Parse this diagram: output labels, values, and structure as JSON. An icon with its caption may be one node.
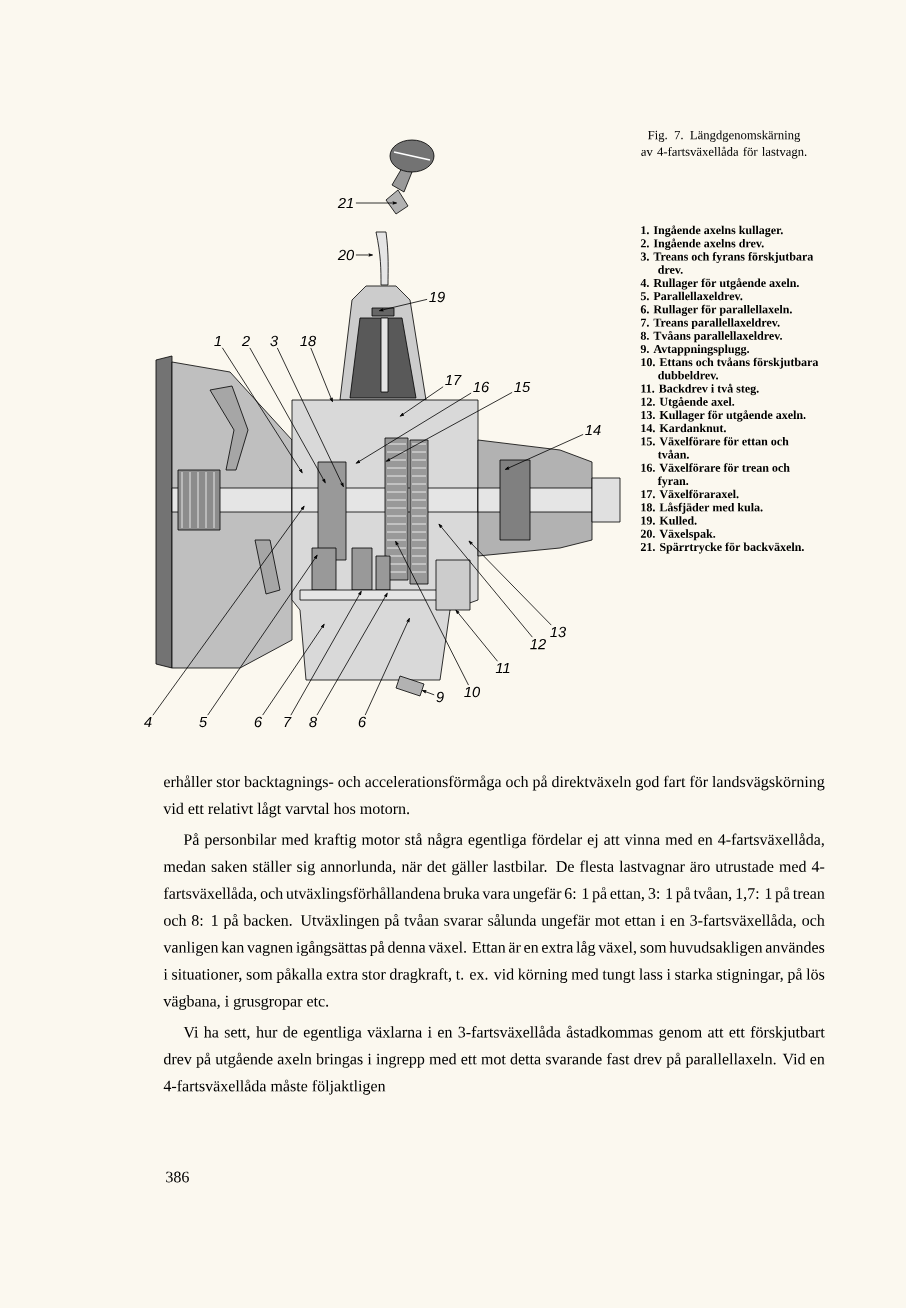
{
  "diagram": {
    "caption": "Fig. 7. Längdgenomskärning av 4-fartsväxellåda för lastvagn.",
    "nodes": [
      {
        "text": [
          "21"
        ]
      },
      {
        "text": [
          "20"
        ]
      },
      {
        "text": [
          "19"
        ]
      },
      {
        "text": [
          "1"
        ]
      },
      {
        "text": [
          "2"
        ]
      },
      {
        "text": [
          "3"
        ]
      },
      {
        "text": [
          "18"
        ]
      },
      {
        "text": [
          "17"
        ]
      },
      {
        "text": [
          "16"
        ]
      },
      {
        "text": [
          "15"
        ]
      },
      {
        "text": [
          "14"
        ]
      },
      {
        "text": [
          "13"
        ]
      },
      {
        "text": [
          "12"
        ]
      },
      {
        "text": [
          "11"
        ]
      },
      {
        "text": [
          "10"
        ]
      },
      {
        "text": [
          "9"
        ]
      },
      {
        "text": [
          "4"
        ]
      },
      {
        "text": [
          "5"
        ]
      },
      {
        "text": [
          "6"
        ]
      },
      {
        "text": [
          "7"
        ]
      },
      {
        "text": [
          "8"
        ]
      },
      {
        "text": [
          "6"
        ]
      },
      {
        "text": [],
        "shape": "picture"
      },
      {
        "text": [],
        "shape": "picture"
      },
      {
        "text": [],
        "shape": "picture"
      },
      {
        "text": [],
        "shape": "picture"
      },
      {
        "text": [],
        "shape": "picture"
      },
      {
        "text": [],
        "shape": "picture"
      },
      {
        "text": [],
        "shape": "picture"
      }
    ],
    "edges": [
      {
        "from": 0,
        "to": 22,
        "arrow": "to"
      },
      {
        "from": 1,
        "to": 23,
        "arrow": "to"
      },
      {
        "from": 2,
        "to": 24,
        "arrow": "to"
      },
      {
        "from": 3,
        "to": 26,
        "arrow": "to"
      },
      {
        "from": 4,
        "to": 26,
        "arrow": "to"
      },
      {
        "from": 5,
        "to": 26,
        "arrow": "to"
      },
      {
        "from": 6,
        "to": 26,
        "arrow": "to"
      },
      {
        "from": 7,
        "to": 26,
        "arrow": "to"
      },
      {
        "from": 8,
        "to": 26,
        "arrow": "to"
      },
      {
        "from": 9,
        "to": 26,
        "arrow": "to"
      },
      {
        "from": 10,
        "to": 27,
        "arrow": "to"
      },
      {
        "from": 11,
        "to": 26,
        "arrow": "to"
      },
      {
        "from": 12,
        "to": 26,
        "arrow": "to"
      },
      {
        "from": 13,
        "to": 26,
        "arrow": "to"
      },
      {
        "from": 14,
        "to": 26,
        "arrow": "to"
      },
      {
        "from": 15,
        "to": 28,
        "arrow": "to"
      },
      {
        "from": 16,
        "to": 26,
        "arrow": "to"
      },
      {
        "from": 17,
        "to": 26,
        "arrow": "to"
      },
      {
        "from": 18,
        "to": 26,
        "arrow": "to"
      },
      {
        "from": 19,
        "to": 26,
        "arrow": "to"
      },
      {
        "from": 20,
        "to": 26,
        "arrow": "to"
      },
      {
        "from": 21,
        "to": 26,
        "arrow": "to"
      }
    ],
    "labels": [
      "1. Ingående axelns kullager.",
      "2. Ingående axelns drev.",
      "3. Treans och fyrans förskjutbara drev.",
      "4. Rullager för utgående axeln.",
      "5. Parallellaxeldrev.",
      "6. Rullager för parallellaxeln.",
      "7. Treans parallellaxeldrev.",
      "8. Tvåans parallellaxeldrev.",
      "9. Avtappningsplugg.",
      "10. Ettans och tvåans förskjutbara dubbeldrev.",
      "11. Backdrev i två steg.",
      "12. Utgående axel.",
      "13. Kullager för utgående axeln.",
      "14. Kardanknut.",
      "15. Växelförare för ettan och tvåan.",
      "16. Växelförare för trean och fyran.",
      "17. Växelföraraxel.",
      "18. Låsfjäder med kula.",
      "19. Kulled.",
      "20. Växelspak.",
      "21. Spärrtrycke för backväxeln.",
      "erhåller stor backtagnings- och accelerationsförmåga och på direktväxeln god fart för landsvägskörning vid ett relativt lågt varvtal hos motorn.",
      "På personbilar med kraftig motor stå några egentliga fördelar ej att vinna med en 4-fartsväxellåda, medan saken ställer sig annorlunda, när det gäller lastbilar. De flesta lastvagnar äro utrustade med 4-fartsväxellåda, och utväxlingsförhållandena bruka vara ungefär 6: 1 på ettan, 3: 1 på tvåan, 1,7: 1 på trean och 8: 1 på backen. Utväxlingen på tvåan svarar sålunda ungefär mot ettan i en 3-fartsväxellåda, och vanligen kan vagnen igångsättas på denna växel. Ettan är en extra låg växel, som huvudsakligen användes i situationer, som påkalla extra stor dragkraft, t. ex. vid körning med tungt lass i starka stigningar, på lös vägbana, i grusgropar etc.",
      "Vi ha sett, hur de egentliga växlarna i en 3-fartsväxellåda åstadkommas genom att ett förskjutbart drev på utgående axeln bringas i ingrepp med ett mot detta svarande fast drev på parallellaxeln. Vid en 4-fartsväxellåda måste följaktligen",
      "386"
    ]
  }
}
